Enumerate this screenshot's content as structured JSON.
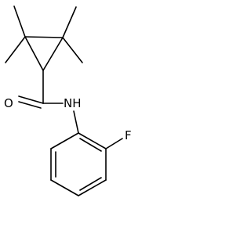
{
  "molecule": {
    "atoms": {
      "oxygen": "O",
      "nitrogen": "NH",
      "fluorine": "F"
    },
    "colors": {
      "bond": "#000000",
      "label": "#000000",
      "background": "#ffffff"
    }
  }
}
